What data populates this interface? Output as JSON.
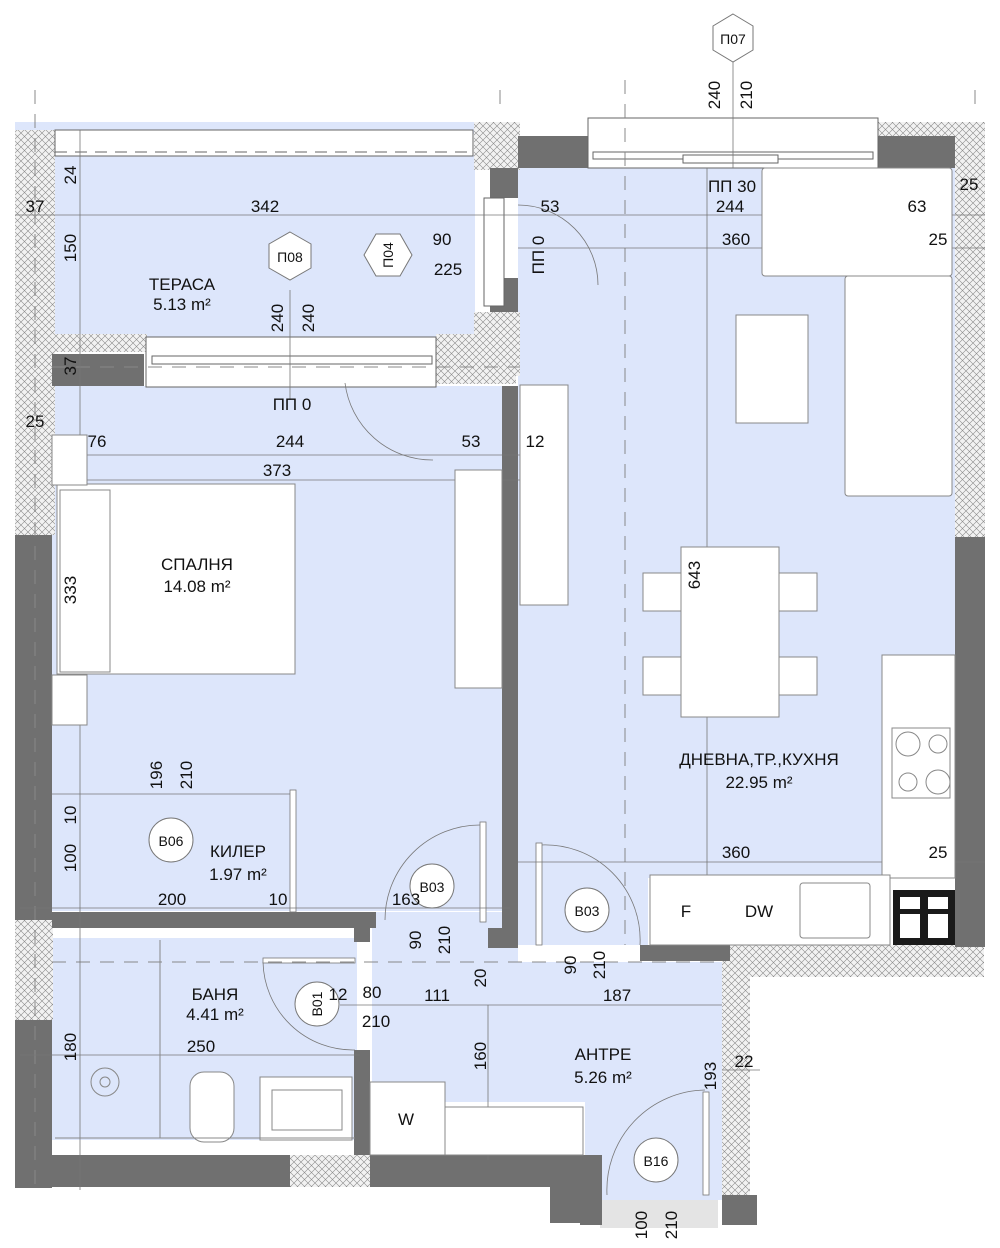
{
  "colors": {
    "floor": "#dde6fb",
    "wall": "#707070",
    "insulation": "#e8e8e8",
    "line": "#555555",
    "furniture": "#ffffff",
    "text": "#111111",
    "tall_unit": "#1a1a1a"
  },
  "rooms": [
    {
      "name": "ТЕРАСА",
      "area": "5.13 m²"
    },
    {
      "name": "СПАЛНЯ",
      "area": "14.08 m²"
    },
    {
      "name": "ДНЕВНА,ТР.,КУХНЯ",
      "area": "22.95 m²"
    },
    {
      "name": "КИЛЕР",
      "area": "1.97 m²"
    },
    {
      "name": "БАНЯ",
      "area": "4.41 m²"
    },
    {
      "name": "АНТРЕ",
      "area": "5.26 m²"
    }
  ],
  "tags": {
    "hex": [
      "П07",
      "П08",
      "П04"
    ],
    "circle": [
      "В06",
      "В03",
      "В03",
      "В01",
      "В16"
    ]
  },
  "appliances": {
    "fridge": "F",
    "dishwasher": "DW",
    "washer": "W"
  },
  "dims": {
    "p07_h1": "240",
    "p07_h2": "210",
    "pp30": "ПП 30",
    "d53a": "53",
    "d244a": "244",
    "d63": "63",
    "d25a": "25",
    "d360a": "360",
    "d25b": "25",
    "d24": "24",
    "d37a": "37",
    "d342": "342",
    "d150": "150",
    "d90a": "90",
    "d225": "225",
    "pp0v": "ПП 0",
    "p08_h1": "240",
    "p08_h2": "240",
    "d37b": "37",
    "pp0": "ПП 0",
    "d25c": "25",
    "d76": "76",
    "d244b": "244",
    "d53b": "53",
    "d12a": "12",
    "d373": "373",
    "d333": "333",
    "d643": "643",
    "d196": "196",
    "d210a": "210",
    "d10a": "10",
    "d100a": "100",
    "d200": "200",
    "d10b": "10",
    "d163": "163",
    "d90b": "90",
    "d210b": "210",
    "d360b": "360",
    "d25d": "25",
    "d90c": "90",
    "d210c": "210",
    "d20": "20",
    "d12b": "12",
    "d80": "80",
    "d210d": "210",
    "d111": "111",
    "d187": "187",
    "d180": "180",
    "d250": "250",
    "d160": "160",
    "d193": "193",
    "d22": "22",
    "d100b": "100",
    "d210e": "210"
  }
}
